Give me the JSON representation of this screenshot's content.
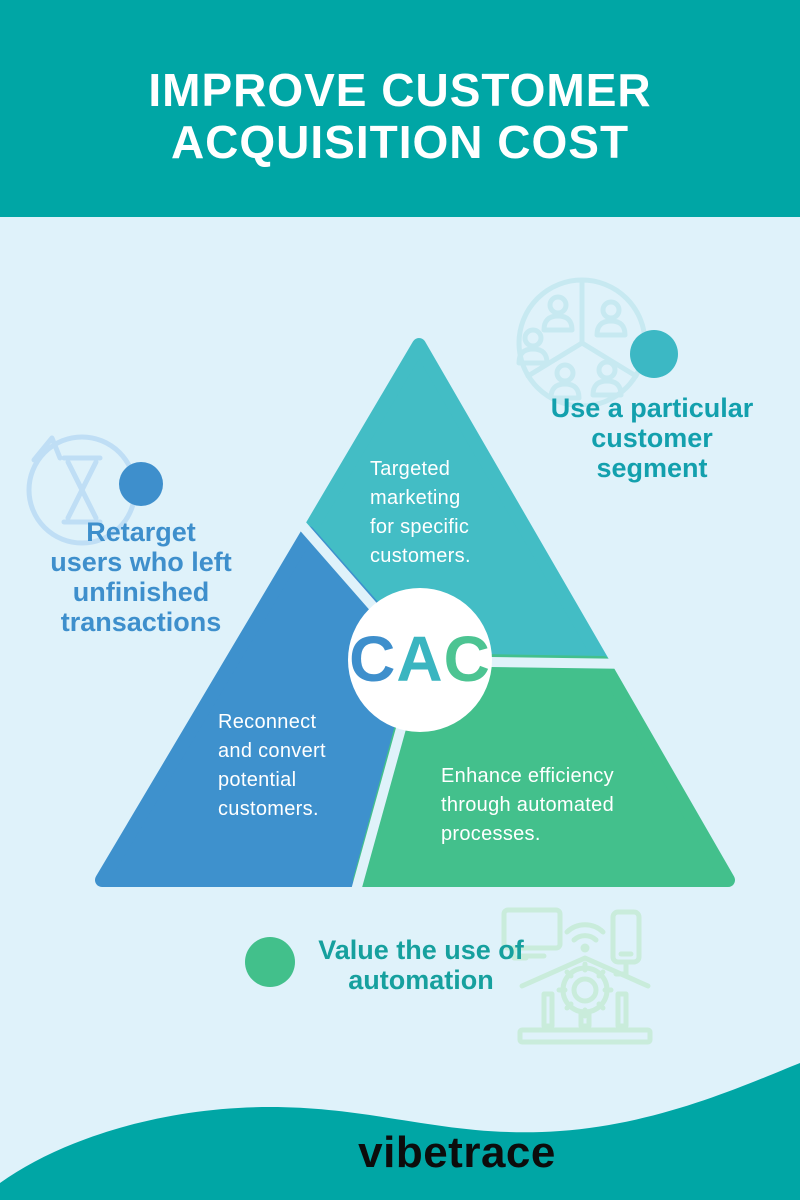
{
  "header": {
    "title": "IMPROVE CUSTOMER\nACQUISITION COST",
    "banner_color": "#00a6a5"
  },
  "diagram": {
    "center": {
      "letters": [
        {
          "char": "C",
          "color": "#3e8fcc"
        },
        {
          "char": "A",
          "color": "#3ab5c0"
        },
        {
          "char": "C",
          "color": "#4cc492"
        }
      ]
    },
    "segments": [
      {
        "name": "targeted-marketing",
        "color": "#43bdc5",
        "text": "Targeted\nmarketing\nfor specific\ncustomers."
      },
      {
        "name": "reconnect-convert",
        "color": "#3e91cd",
        "text": "Reconnect\nand convert\npotential\ncustomers."
      },
      {
        "name": "enhance-efficiency",
        "color": "#43c08c",
        "text": "Enhance efficiency\nthrough automated\nprocesses."
      }
    ],
    "callouts": [
      {
        "name": "customer-segment",
        "text": "Use a particular\ncustomer\nsegment",
        "text_color": "#13a0ad",
        "dot_color": "#3cb8c4",
        "icon": "customer-segments-icon"
      },
      {
        "name": "retarget-users",
        "text": "Retarget\nusers who left\nunfinished\ntransactions",
        "text_color": "#3e8fcc",
        "dot_color": "#3e8fcc",
        "icon": "retarget-refresh-hourglass-icon"
      },
      {
        "name": "value-automation",
        "text": "Value the use of\nautomation",
        "text_color": "#16a09e",
        "dot_color": "#42c08b",
        "icon": "automation-devices-icon"
      }
    ]
  },
  "footer": {
    "logo_text": "vibetrace",
    "wave_color": "#00a6a5"
  },
  "colors": {
    "background": "#dff2fa",
    "icon_teal_light": "#c7e9f1",
    "icon_blue_light": "#bfdef5",
    "icon_green_light": "#c9ecdb"
  }
}
